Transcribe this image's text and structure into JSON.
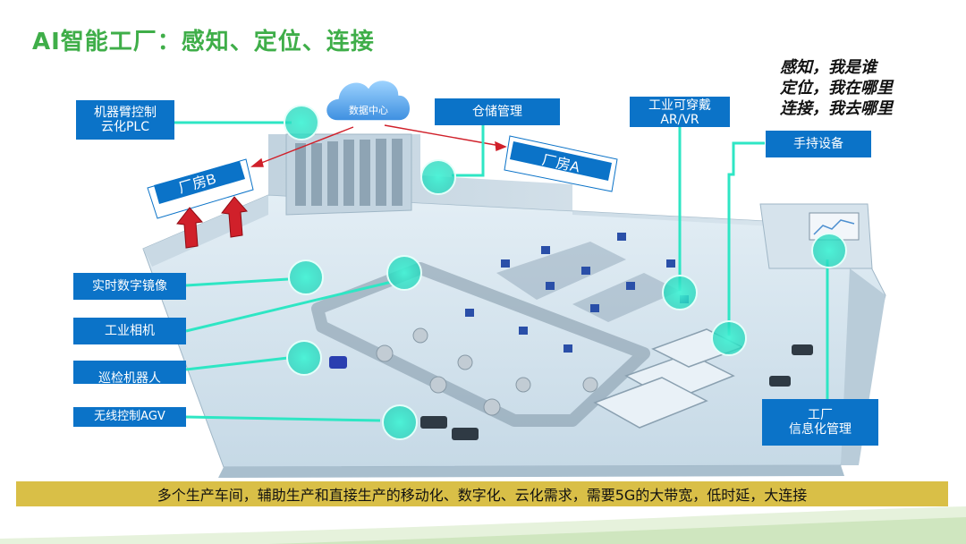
{
  "title": "AI智能工厂：感知、定位、连接",
  "quote": {
    "line1": "感知，我是谁",
    "line2": "定位，我在哪里",
    "line3": "连接，我去哪里"
  },
  "cloud_label": "数据中心",
  "building_b": "厂房B",
  "building_a": "厂房A",
  "labels": {
    "robot_arm_line1": "机器臂控制",
    "robot_arm_line2": "云化PLC",
    "warehouse": "仓储管理",
    "wearable_line1": "工业可穿戴",
    "wearable_line2": "AR/VR",
    "handheld": "手持设备",
    "digital_twin": "实时数字镜像",
    "camera": "工业相机",
    "patrol_robot": "巡检机器人",
    "agv": "无线控制AGV",
    "factory_it_line1": "工厂",
    "factory_it_line2": "信息化管理"
  },
  "footer": "多个生产车间，辅助生产和直接生产的移动化、数字化、云化需求，需要5G的大带宽，低时延，大连接",
  "colors": {
    "title_green": "#3fae49",
    "label_blue": "#0b73c8",
    "connector_teal": "#2ee6c4",
    "footer_gold": "#d9bf47",
    "arrow_red": "#d0202a"
  }
}
